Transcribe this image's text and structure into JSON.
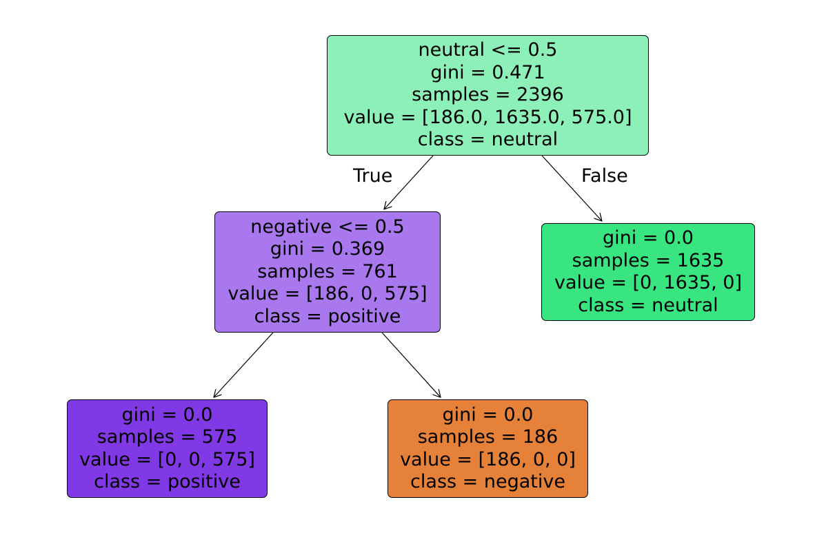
{
  "nodes": {
    "root": {
      "split": "neutral <= 0.5",
      "gini": "gini = 0.471",
      "samples": "samples = 2396",
      "value": "value = [186.0, 1635.0, 575.0]",
      "class": "class = neutral",
      "color": "#8ef0b9"
    },
    "left": {
      "split": "negative <= 0.5",
      "gini": "gini = 0.369",
      "samples": "samples = 761",
      "value": "value = [186, 0, 575]",
      "class": "class = positive",
      "color": "#a978ee"
    },
    "right": {
      "gini": "gini = 0.0",
      "samples": "samples = 1635",
      "value": "value = [0, 1635, 0]",
      "class": "class = neutral",
      "color": "#39e581"
    },
    "left_left": {
      "gini": "gini = 0.0",
      "samples": "samples = 575",
      "value": "value = [0, 0, 575]",
      "class": "class = positive",
      "color": "#8139e5"
    },
    "left_right": {
      "gini": "gini = 0.0",
      "samples": "samples = 186",
      "value": "value = [186, 0, 0]",
      "class": "class = negative",
      "color": "#e58139"
    }
  },
  "edge_labels": {
    "true": "True",
    "false": "False"
  }
}
